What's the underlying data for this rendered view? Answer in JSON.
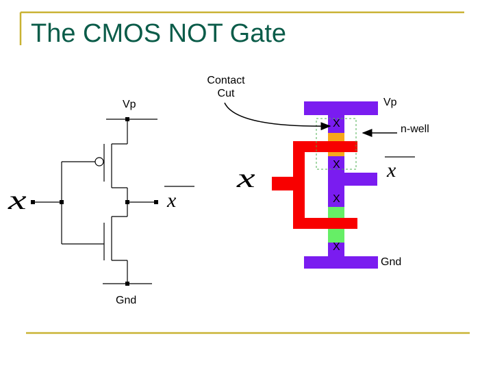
{
  "slide": {
    "title": "The CMOS NOT Gate"
  },
  "schematic": {
    "vp_label": "Vp",
    "gnd_label": "Gnd",
    "input_label": "x",
    "output_label": "x"
  },
  "layout_view": {
    "contact_cut_label": "Contact\nCut",
    "vp_label": "Vp",
    "nwell_label": "n-well",
    "gnd_label": "Gnd",
    "input_label": "x",
    "output_label": "x",
    "contact_marks": [
      "X",
      "X",
      "X",
      "X"
    ]
  },
  "colors": {
    "title": "#0b5c49",
    "frame": "#c9b232",
    "metal": "#7a1cf0",
    "poly": "#f80000",
    "p_diffusion": "#f7a81b",
    "n_diffusion": "#66ee66",
    "nwell_outline": "#4caf50"
  }
}
